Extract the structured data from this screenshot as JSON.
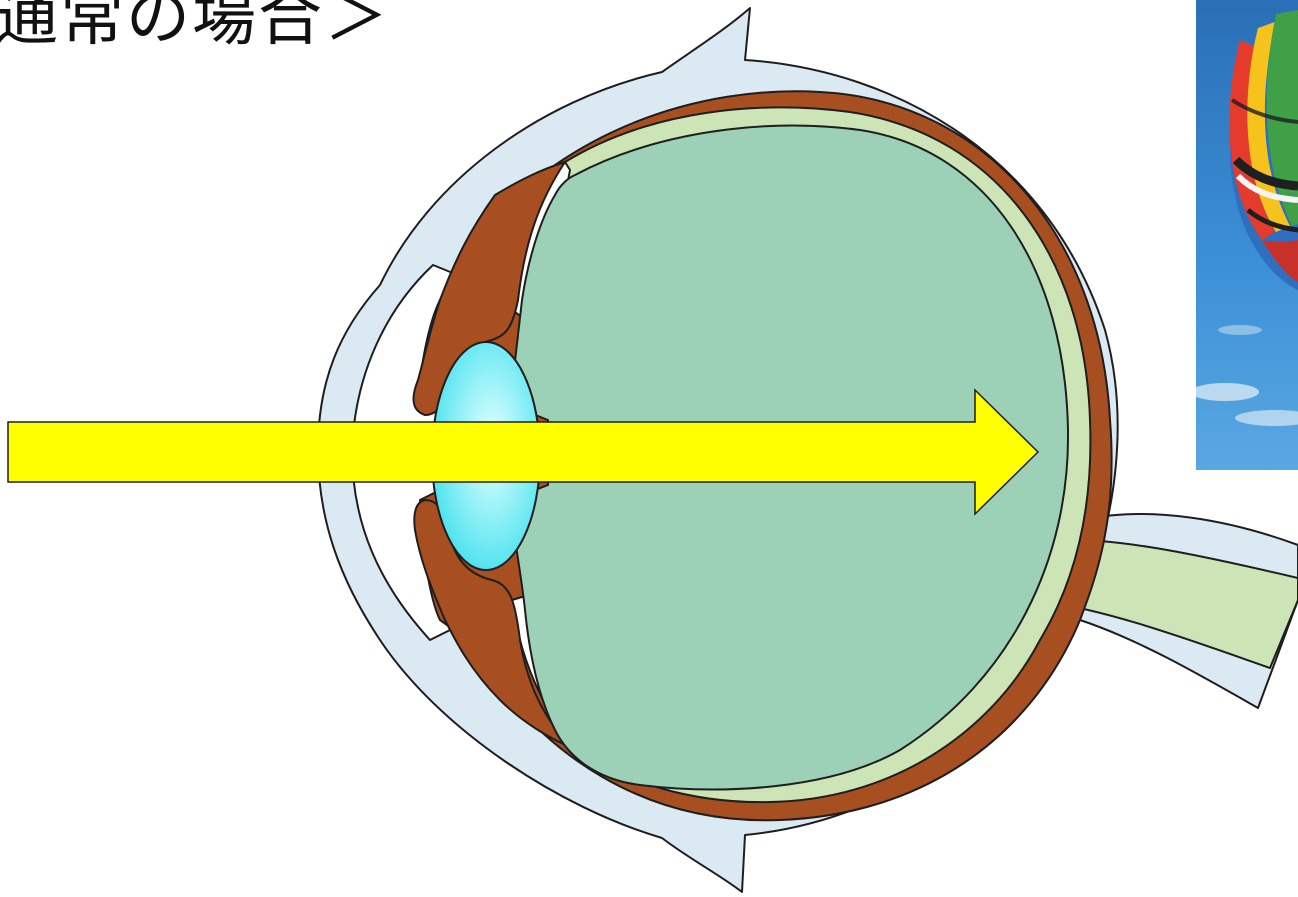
{
  "caption": "通常の場合＞",
  "diagram": {
    "subject": "eye-cross-section",
    "colors": {
      "sclera": "#dbe9f3",
      "choroid": "#a84f22",
      "retina": "#cde5b6",
      "vitreous": "#9dd1b7",
      "lens_center": "#e8ffff",
      "lens_edge": "#46e1ee",
      "arrow": "#ffff00",
      "outline": "#1e1e1e"
    }
  },
  "photo": {
    "subject": "hot-air-balloon",
    "colors": {
      "sky": "#2c7fc5",
      "sky_light": "#7ab8e6",
      "stripes": [
        "#e53b2c",
        "#f6c21c",
        "#3fa047",
        "#1f1f1f",
        "#f4f4f4",
        "#2f6fc0"
      ]
    }
  }
}
